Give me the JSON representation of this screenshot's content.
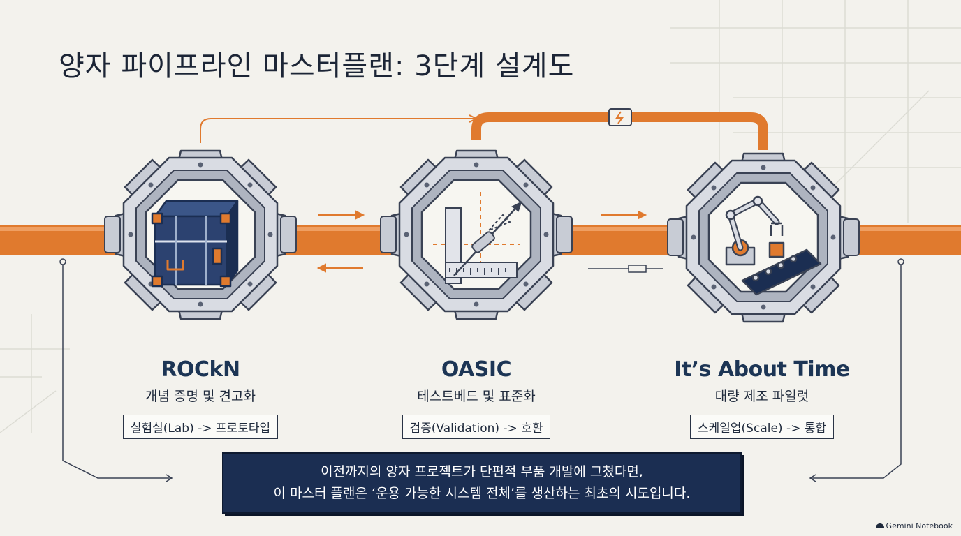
{
  "title": "양자 파이프라인 마스터플랜: 3단계 설계도",
  "stages": [
    {
      "name": "ROCkN",
      "subtitle": "개념 증명 및 견고화",
      "tag": "실험실(Lab) -> 프로토타입",
      "icon": "ruggedized-case-icon"
    },
    {
      "name": "OASIC",
      "subtitle": "테스트베드 및 표준화",
      "tag": "검증(Validation) -> 호환",
      "icon": "measuring-tools-icon"
    },
    {
      "name": "It’s About Time",
      "subtitle": "대량 제조 파일럿",
      "tag": "스케일업(Scale) -> 통합",
      "icon": "robotic-arm-conveyor-icon"
    }
  ],
  "note": {
    "line1": "이전까지의 양자 프로젝트가 단편적 부품 개발에 그쳤다면,",
    "line2": "이 마스터 플랜은 ‘운용 가능한 시스템 전체’를 생산하는 최초의 시도입니다."
  },
  "brand": "Gemini Notebook",
  "colors": {
    "pipe": "#e07a2e",
    "navy": "#1b2e52",
    "gear": "#c8ccd5",
    "background": "#f3f2ed"
  }
}
